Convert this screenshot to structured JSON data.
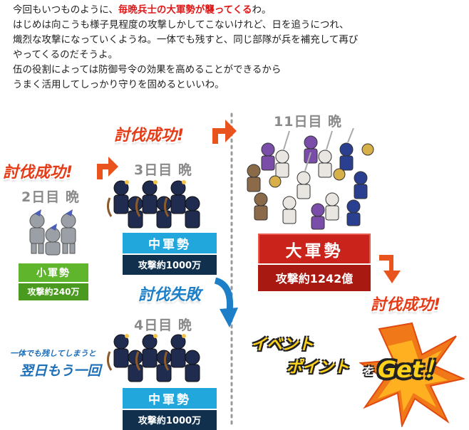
{
  "intro": {
    "line1_pre": "今回もいつものように、",
    "line1_hl": "毎晩兵士の大軍勢が襲ってくる",
    "line1_post": "わ。",
    "line2": "はじめは向こうも様子見程度の攻撃しかしてこないけれど、日を追うにつれ、",
    "line3": "熾烈な攻撃になっていくようね。一体でも残すと、同じ部隊が兵を補充して再び",
    "line4": "やってくるのだそうよ。",
    "line5": "伍の役割によっては防御号令の効果を高めることができるから",
    "line6": "うまく活用してしっかり守りを固めるといいわ。"
  },
  "days": {
    "day2": "2日目 晩",
    "day3": "3日目 晩",
    "day4": "4日目 晩",
    "day11": "11日目 晩"
  },
  "labels": {
    "success": "討伐成功!",
    "fail": "討伐失敗"
  },
  "armies": {
    "small": {
      "name": "小軍勢",
      "attack": "攻撃約240万"
    },
    "mid": {
      "name": "中軍勢",
      "attack": "攻撃約1000万"
    },
    "mid2": {
      "name": "中軍勢",
      "attack": "攻撃約1000万"
    },
    "big": {
      "name": "大軍勢",
      "attack": "攻撃約1242億"
    }
  },
  "retry": {
    "small": "一体でも残してしまうと",
    "big": "翌日もう一回"
  },
  "event": {
    "line1": "イベント",
    "line2": "ポイント",
    "wo": "を",
    "get": "Get！"
  },
  "colors": {
    "success": "#e63b17",
    "fail": "#1d7fc8",
    "small": "#5fb52c",
    "mid": "#22a7dc",
    "big": "#c9231b",
    "event": "#ffd21a"
  }
}
